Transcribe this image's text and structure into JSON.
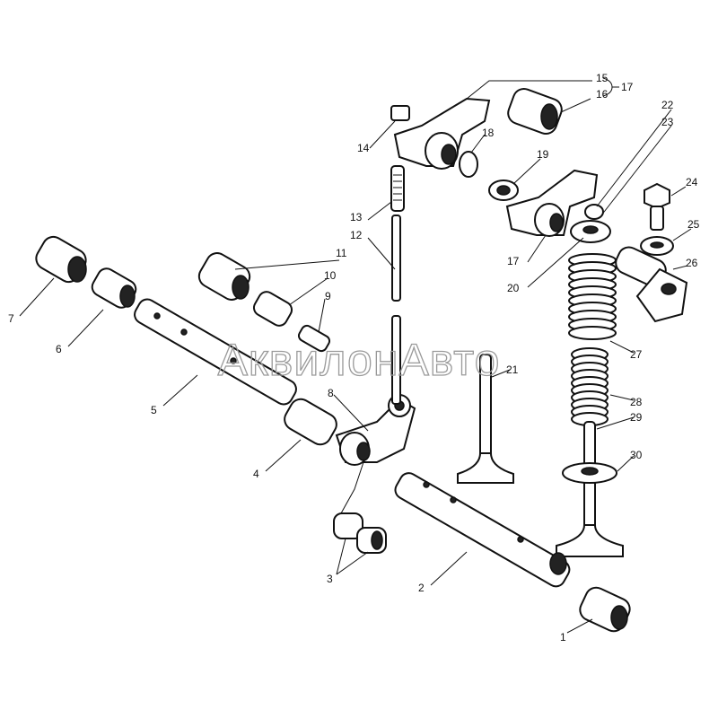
{
  "watermark": "АквилонАвто",
  "callouts": [
    "15",
    "16",
    "17",
    "14",
    "18",
    "22",
    "23",
    "19",
    "24",
    "13",
    "12",
    "25",
    "11",
    "17",
    "26",
    "20",
    "10",
    "9",
    "7",
    "6",
    "27",
    "21",
    "5",
    "28",
    "8",
    "29",
    "4",
    "30",
    "3",
    "2",
    "1"
  ]
}
